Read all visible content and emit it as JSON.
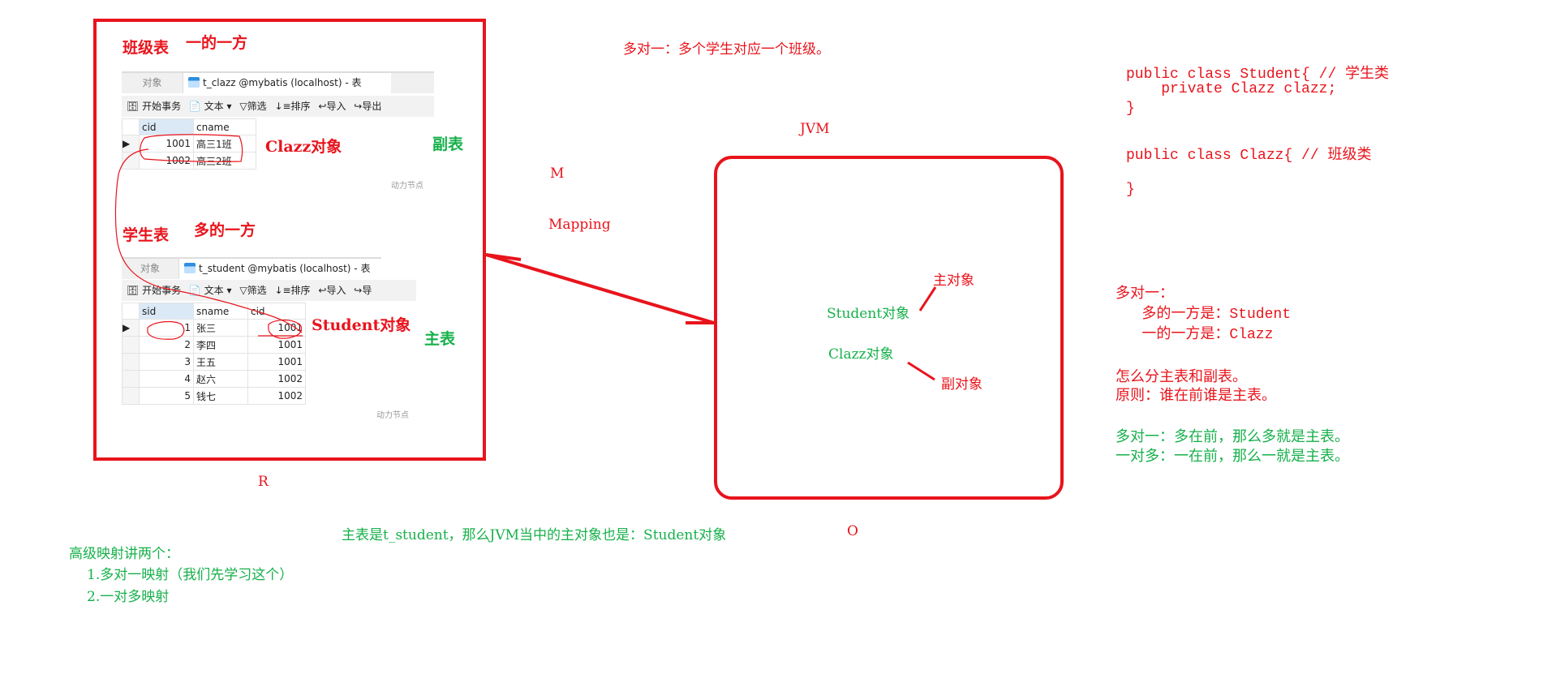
{
  "colors": {
    "red": "#e8141c",
    "green": "#16b04a"
  },
  "left_panel": {
    "clazz_label": "班级表",
    "one_side_label": "一的一方",
    "clazz_table": {
      "tab_objects": "对象",
      "tab_title": "t_clazz @mybatis (localhost) - 表",
      "toolbar": {
        "begin_tx": "开始事务",
        "text": "文本",
        "filter": "筛选",
        "sort": "排序",
        "import": "导入",
        "export": "导出"
      },
      "columns": [
        "cid",
        "cname"
      ],
      "rows": [
        [
          "1001",
          "高三1班"
        ],
        [
          "1002",
          "高三2班"
        ]
      ],
      "watermark": "动力节点"
    },
    "clazz_object_label": "Clazz对象",
    "secondary_table_label": "副表",
    "student_label": "学生表",
    "many_side_label": "多的一方",
    "student_table": {
      "tab_objects": "对象",
      "tab_title": "t_student @mybatis (localhost) - 表",
      "toolbar": {
        "begin_tx": "开始事务",
        "text": "文本",
        "filter": "筛选",
        "sort": "排序",
        "import": "导入",
        "export": "导"
      },
      "columns": [
        "sid",
        "sname",
        "cid"
      ],
      "rows": [
        [
          "1",
          "张三",
          "1001"
        ],
        [
          "2",
          "李四",
          "1001"
        ],
        [
          "3",
          "王五",
          "1001"
        ],
        [
          "4",
          "赵六",
          "1002"
        ],
        [
          "5",
          "钱七",
          "1002"
        ]
      ],
      "watermark": "动力节点"
    },
    "student_object_label": "Student对象",
    "primary_table_label": "主表",
    "r_label": "R"
  },
  "middle": {
    "title": "多对一：多个学生对应一个班级。",
    "m_label": "M",
    "mapping_label": "Mapping",
    "jvm_label": "JVM",
    "jvm": {
      "primary_object": "主对象",
      "student_object": "Student对象",
      "clazz_object": "Clazz对象",
      "secondary_object": "副对象"
    },
    "primary_note": "主表是t_student，那么JVM当中的主对象也是：Student对象",
    "o_label": "O"
  },
  "code": [
    "public class Student{ // 学生类",
    "    private Clazz clazz;",
    "}",
    "public class Clazz{ // 班级类",
    "}"
  ],
  "notes": {
    "red": [
      "多对一：",
      "   多的一方是：Student",
      "   一的一方是：Clazz",
      "怎么分主表和副表。",
      "原则：谁在前谁是主表。"
    ],
    "green": [
      "多对一：多在前，那么多就是主表。",
      "一对多：一在前，那么一就是主表。"
    ]
  },
  "advanced": {
    "title": "高级映射讲两个：",
    "items": [
      "1.多对一映射（我们先学习这个）",
      "2.一对多映射"
    ]
  }
}
